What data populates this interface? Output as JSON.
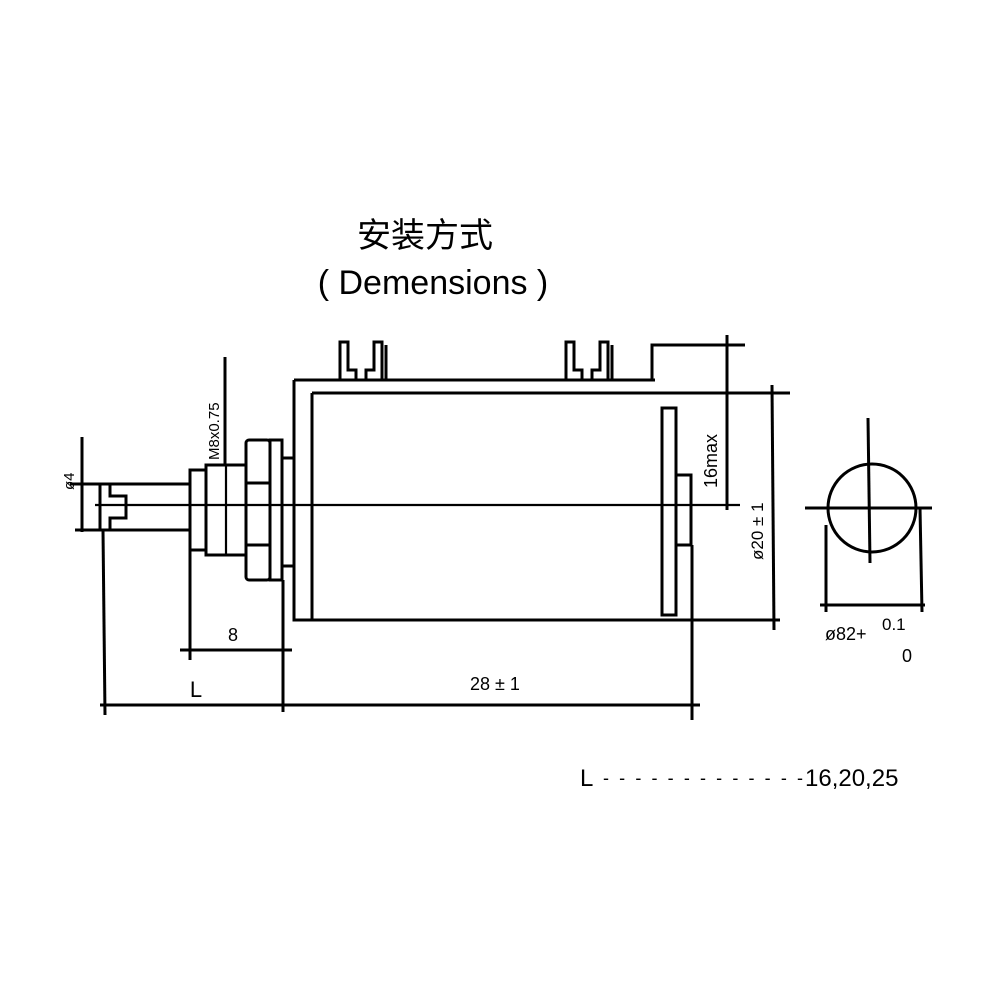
{
  "title": {
    "chinese": "安装方式",
    "english": "( Demensions )"
  },
  "labels": {
    "shaft_diameter": "ø4",
    "thread": "M8x0.75",
    "bushing_length": "8",
    "shaft_length": "L",
    "body_length": "28 ± 1",
    "terminal_height": "16max",
    "body_diameter": "ø20 ± 1",
    "hole_diameter": "ø82+",
    "hole_tol_upper": "0.1",
    "hole_tol_lower": "0"
  },
  "legend": {
    "variable": "L",
    "dashes": "-------------",
    "values": "16,20,25"
  },
  "colors": {
    "ink": "#000000",
    "background": "#ffffff"
  }
}
